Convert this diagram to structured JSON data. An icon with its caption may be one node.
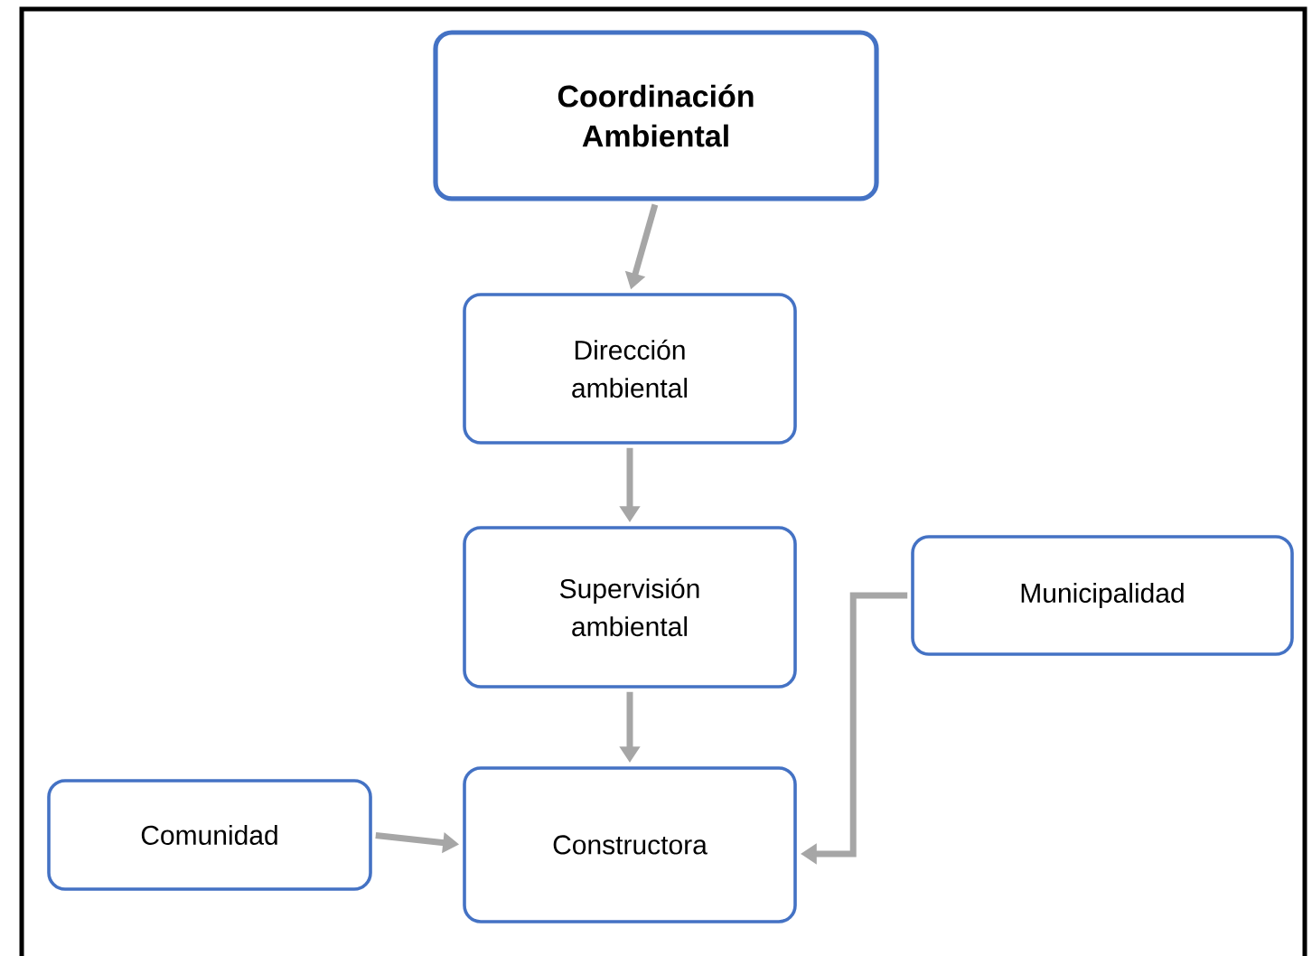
{
  "diagram": {
    "nodes": [
      {
        "text": [
          "Coordinación Ambiental"
        ]
      },
      {
        "text": [
          "Dirección ambiental"
        ]
      },
      {
        "text": [
          "Supervisión ambiental"
        ]
      },
      {
        "text": [
          "Constructora"
        ]
      },
      {
        "text": [
          "Comunidad"
        ]
      },
      {
        "text": [
          "Municipalidad"
        ]
      }
    ],
    "edges": [
      {
        "from": 0,
        "to": 1,
        "arrow": "to"
      },
      {
        "from": 1,
        "to": 2,
        "arrow": "to"
      },
      {
        "from": 2,
        "to": 3,
        "arrow": "to"
      },
      {
        "from": 4,
        "to": 3,
        "arrow": "to"
      },
      {
        "from": 5,
        "to": 3,
        "arrow": "to"
      }
    ]
  }
}
